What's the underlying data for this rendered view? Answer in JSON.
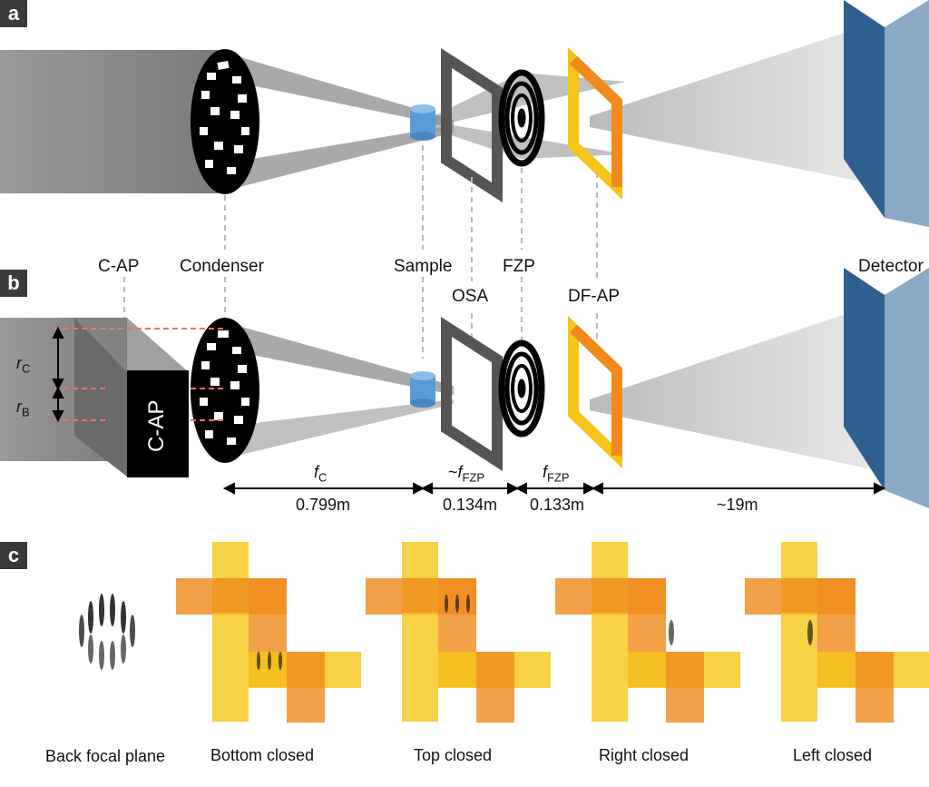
{
  "panels": {
    "a": "a",
    "b": "b",
    "c": "c"
  },
  "components": {
    "c_ap": "C-AP",
    "condenser": "Condenser",
    "sample": "Sample",
    "fzp": "FZP",
    "osa": "OSA",
    "df_ap": "DF-AP",
    "detector": "Detector",
    "c_ap_box": "C-AP"
  },
  "radii": {
    "r_c_sym": "r",
    "r_c_sub": "C",
    "r_b_sym": "r",
    "r_b_sub": "B"
  },
  "distances": [
    {
      "sym": "f",
      "sub": "C",
      "prefix": "",
      "value": "0.799m"
    },
    {
      "sym": "f",
      "sub": "FZP",
      "prefix": "~",
      "value": "0.134m"
    },
    {
      "sym": "f",
      "sub": "FZP",
      "prefix": "",
      "value": "0.133m"
    },
    {
      "sym": "",
      "sub": "",
      "prefix": "",
      "value": "~19m"
    }
  ],
  "captions": {
    "back_focal": "Back focal plane",
    "bottom": "Bottom closed",
    "top": "Top closed",
    "right": "Right closed",
    "left": "Left closed"
  },
  "colors": {
    "beam": "#8c8c8c",
    "detector": "#2f5f8f",
    "aperture_yellow": "#f5c518",
    "aperture_orange": "#f08a1c",
    "osa": "#555555",
    "sample": "#5b9bd5"
  }
}
